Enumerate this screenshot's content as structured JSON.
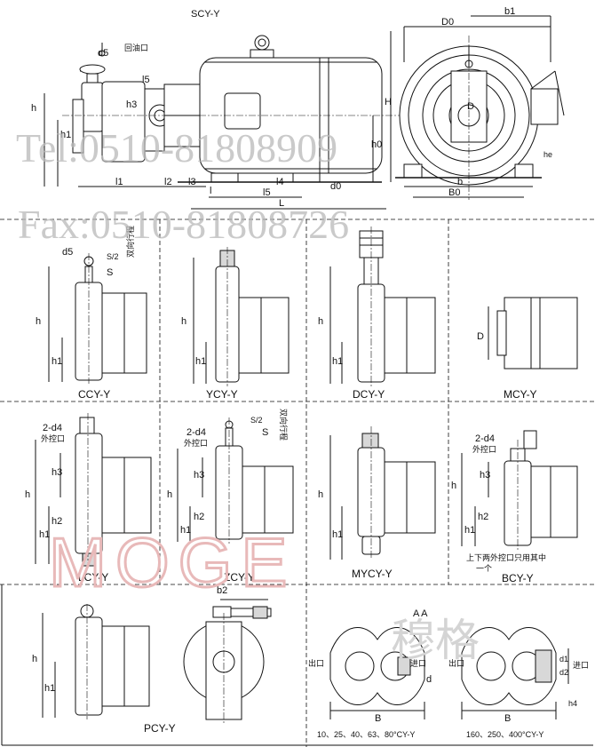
{
  "main": {
    "title": "SCY-Y",
    "labels": {
      "d5": "d5",
      "return_port": "回油口",
      "l5": "l5",
      "h3": "h3",
      "h": "h",
      "h1": "h1",
      "l1": "l1",
      "l2": "l2",
      "l3": "l3",
      "l4": "l4",
      "l": "l",
      "L": "L",
      "d0": "d0",
      "H": "H",
      "h0": "h0",
      "D0": "D0",
      "b1": "b1",
      "D": "D",
      "he": "he",
      "b": "b",
      "B0": "B0"
    }
  },
  "watermark": {
    "tel": "Tel:0510-81808909",
    "fax": "Fax:0510-81808726",
    "logo": "MOGE",
    "cn": "穆格"
  },
  "variants": [
    {
      "caption": "CCY-Y",
      "notes": [
        "d5",
        "S/2",
        "S",
        "双向行程",
        "h",
        "h1"
      ]
    },
    {
      "caption": "YCY-Y",
      "notes": [
        "h",
        "h1"
      ]
    },
    {
      "caption": "DCY-Y",
      "notes": [
        "h",
        "h1"
      ]
    },
    {
      "caption": "MCY-Y",
      "notes": [
        "D"
      ]
    },
    {
      "caption": "LCY-Y",
      "notes": [
        "2-d4",
        "外控口",
        "h3",
        "h",
        "h2",
        "h1"
      ]
    },
    {
      "caption": "ZCY-Y",
      "notes": [
        "2-d4",
        "外控口",
        "S/2",
        "S",
        "双向行程",
        "h3",
        "h",
        "h2",
        "h1"
      ]
    },
    {
      "caption": "MYCY-Y",
      "notes": [
        "h",
        "h1"
      ]
    },
    {
      "caption": "BCY-Y",
      "notes": [
        "2-d4",
        "外控口",
        "h3",
        "h",
        "h2",
        "h1"
      ]
    },
    {
      "caption": "PCY-Y",
      "notes": [
        "b2",
        "h",
        "h1"
      ]
    }
  ],
  "bcy_note": {
    "line1": "上下两外控口只用其中",
    "line2": "一个"
  },
  "ports": {
    "section": "A   A",
    "outlet": "出口",
    "inlet": "进口",
    "labels": {
      "d": "d",
      "B": "B",
      "d1": "d1",
      "d2": "d2",
      "h4": "h4"
    },
    "left_caption": "10、25、40、63、80°CY-Y",
    "right_caption": "160、250、400°CY-Y"
  }
}
